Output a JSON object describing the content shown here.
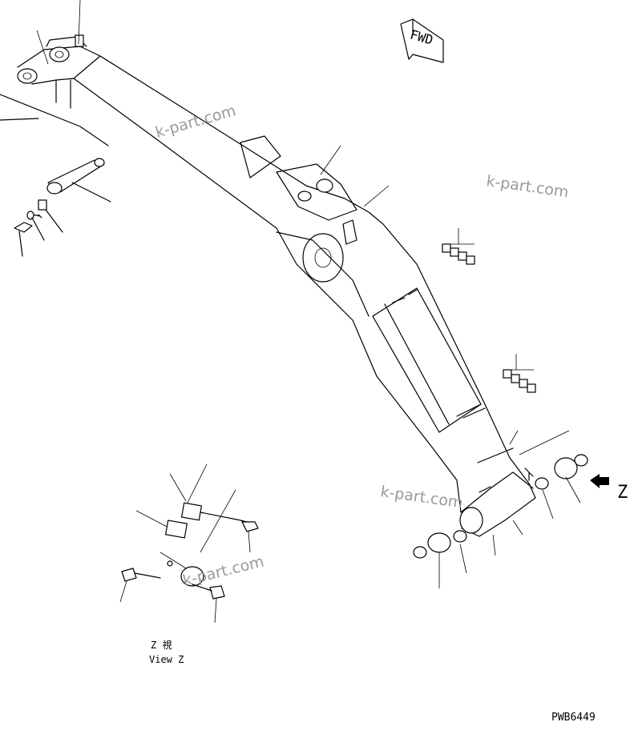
{
  "fwd_label": "FWD",
  "view_label": {
    "kanji": "Z 視",
    "english": "View Z"
  },
  "z_label": "Z",
  "drawing_code": "PWB6449",
  "watermark_text": "k-part.com"
}
